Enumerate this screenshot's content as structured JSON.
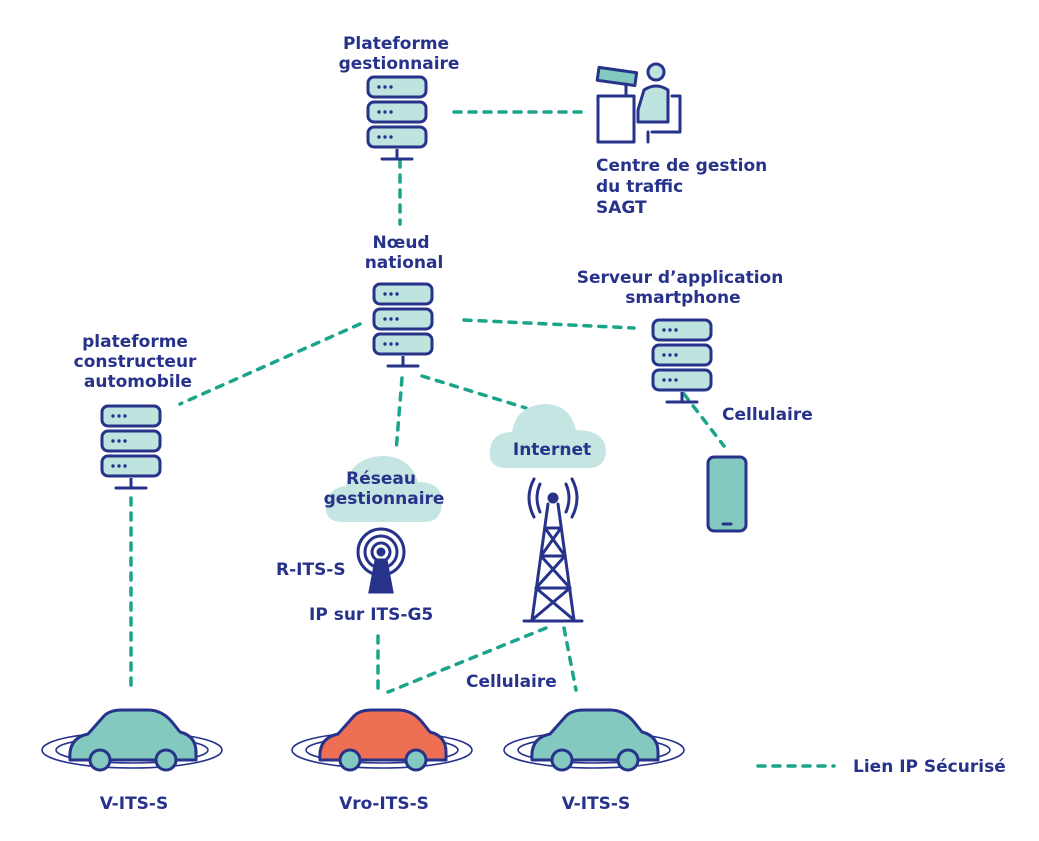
{
  "labels": {
    "plateforme_gestionnaire": [
      "Plateforme",
      "gestionnaire"
    ],
    "centre_gestion": [
      "Centre de gestion",
      "du traffic",
      "SAGT"
    ],
    "noeud_national": [
      "Nœud",
      "national"
    ],
    "serveur_app": [
      "Serveur d’application",
      "smartphone"
    ],
    "plateforme_constructeur": [
      "plateforme",
      "constructeur",
      "automobile"
    ],
    "cellulaire_phone": "Cellulaire",
    "internet": "Internet",
    "reseau_gestionnaire": [
      "Réseau",
      "gestionnaire"
    ],
    "r_its_s": "R-ITS-S",
    "ip_sur_its_g5": "IP sur ITS-G5",
    "cellulaire_tower": "Cellulaire",
    "car_left": "V-ITS-S",
    "car_middle": "Vro-ITS-S",
    "car_right": "V-ITS-S",
    "legend": "Lien IP Sécurisé"
  },
  "colors": {
    "navy": "#27338b",
    "teal": "#1aa58a",
    "server_fill": "#bfe3de",
    "cloud_fill": "#c5e5e2",
    "car_teal": "#83c9bf",
    "car_red": "#ef6f54",
    "phone_fill": "#83c9bf"
  },
  "icons": {
    "server": "server-rack-icon",
    "operator": "operator-desk-icon",
    "cloud": "cloud-icon",
    "antenna": "antenna-icon",
    "tower": "cell-tower-icon",
    "phone": "smartphone-icon",
    "car": "car-icon"
  }
}
